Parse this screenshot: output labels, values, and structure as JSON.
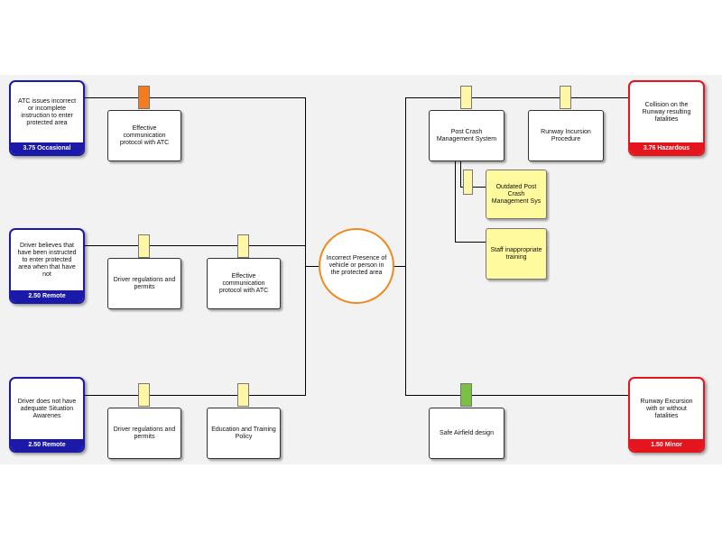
{
  "top_event": {
    "label": "Incorrect Presence of vehicle or person in the protected area"
  },
  "threats": [
    {
      "label": "ATC issues incorrect or incomplete instruction to enter protected area",
      "rating": "3.75 Occasional"
    },
    {
      "label": "Driver believes that have been instructed to enter protected area when that have not",
      "rating": "2.50 Remote"
    },
    {
      "label": "Driver does not have adequate Situation Awarenes",
      "rating": "2.50 Remote"
    }
  ],
  "preventive_barriers": [
    {
      "label": "Effective communication protocol with ATC",
      "tab_color": "#f47b20"
    },
    {
      "label": "Driver regulations and permits",
      "tab_color": "#fff7a6"
    },
    {
      "label": "Effective communication protocol with ATC",
      "tab_color": "#fff7a6"
    },
    {
      "label": "Driver regulations and permits",
      "tab_color": "#fff7a6"
    },
    {
      "label": "Education and Training Policy",
      "tab_color": "#fff7a6"
    }
  ],
  "consequences": [
    {
      "label": "Collision on the Runway resulting fatalities",
      "rating": "3.76 Hazardous"
    },
    {
      "label": "Runway Excursion with or without fatalities",
      "rating": "1.50 Minor"
    }
  ],
  "recovery_barriers": [
    {
      "label": "Post Crash Management System",
      "tab_color": "#fff7a6"
    },
    {
      "label": "Runway Incursion Procedure",
      "tab_color": "#fff7a6"
    },
    {
      "label": "Safe Airfield design",
      "tab_color": "#7bc043"
    }
  ],
  "escalation_factors": [
    {
      "label": "Outdated Post Crash Management Sys",
      "tab_color": "#fff7a6"
    },
    {
      "label": "Staff inappropriate training"
    }
  ],
  "colors": {
    "threat": "#1b1aa8",
    "consequence": "#e4151c",
    "top_event": "#f0891e",
    "canvas": "#f2f2f2"
  }
}
